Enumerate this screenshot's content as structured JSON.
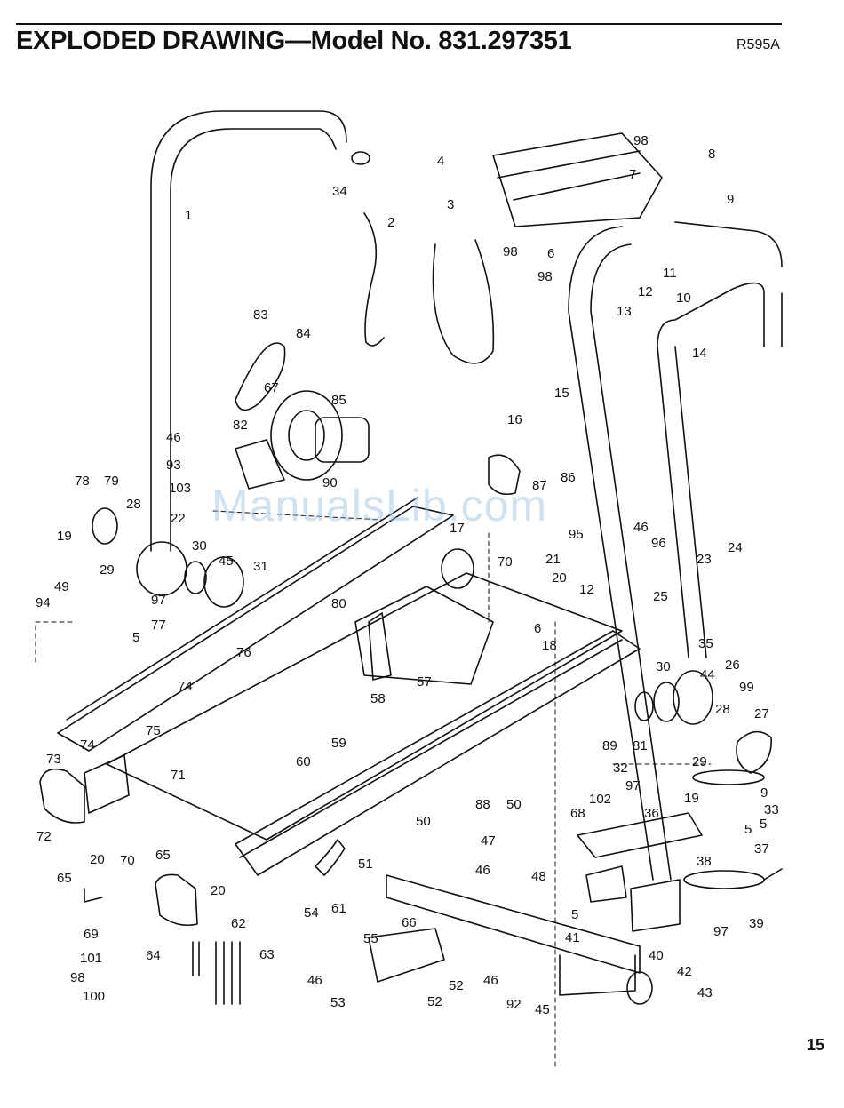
{
  "header": {
    "title": "EXPLODED DRAWING—Model No. 831.297351",
    "code": "R595A"
  },
  "watermark": "ManualsLib.com",
  "page_number": "15",
  "callouts": [
    "98",
    "4",
    "8",
    "7",
    "9",
    "34",
    "1",
    "2",
    "3",
    "6",
    "98",
    "11",
    "12",
    "98",
    "13",
    "10",
    "14",
    "83",
    "84",
    "67",
    "85",
    "15",
    "16",
    "46",
    "82",
    "93",
    "103",
    "90",
    "87",
    "86",
    "78",
    "79",
    "28",
    "22",
    "19",
    "30",
    "31",
    "45",
    "95",
    "70",
    "17",
    "46",
    "96",
    "24",
    "21",
    "23",
    "29",
    "97",
    "20",
    "25",
    "94",
    "49",
    "77",
    "80",
    "12",
    "6",
    "18",
    "35",
    "5",
    "76",
    "74",
    "58",
    "57",
    "26",
    "30",
    "44",
    "28",
    "99",
    "27",
    "75",
    "59",
    "89",
    "81",
    "73",
    "74",
    "60",
    "29",
    "71",
    "32",
    "102",
    "9",
    "97",
    "72",
    "88",
    "50",
    "50",
    "19",
    "33",
    "5",
    "36",
    "68",
    "65",
    "47",
    "48",
    "5",
    "37",
    "20",
    "70",
    "51",
    "46",
    "38",
    "65",
    "20",
    "54",
    "61",
    "39",
    "69",
    "62",
    "5",
    "97",
    "64",
    "63",
    "66",
    "41",
    "40",
    "55",
    "42",
    "101",
    "98",
    "46",
    "52",
    "46",
    "92",
    "43",
    "53",
    "52",
    "45",
    "100"
  ]
}
